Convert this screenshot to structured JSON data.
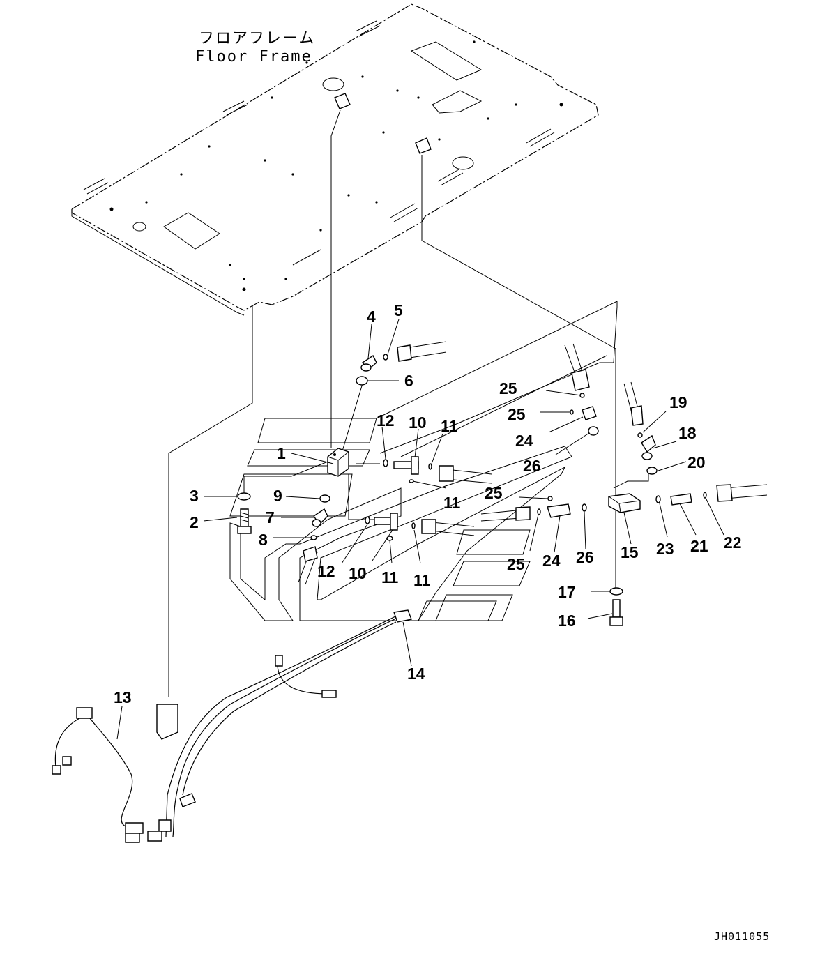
{
  "floor_frame": {
    "label_jp": "フロアフレーム",
    "label_en": "Floor Frame"
  },
  "callouts": [
    "1",
    "2",
    "3",
    "4",
    "5",
    "6",
    "7",
    "8",
    "9",
    "10",
    "11",
    "12",
    "13",
    "14",
    "15",
    "16",
    "17",
    "18",
    "19",
    "20",
    "21",
    "22",
    "23",
    "24",
    "25",
    "26"
  ],
  "drawing_code": "JH011055"
}
